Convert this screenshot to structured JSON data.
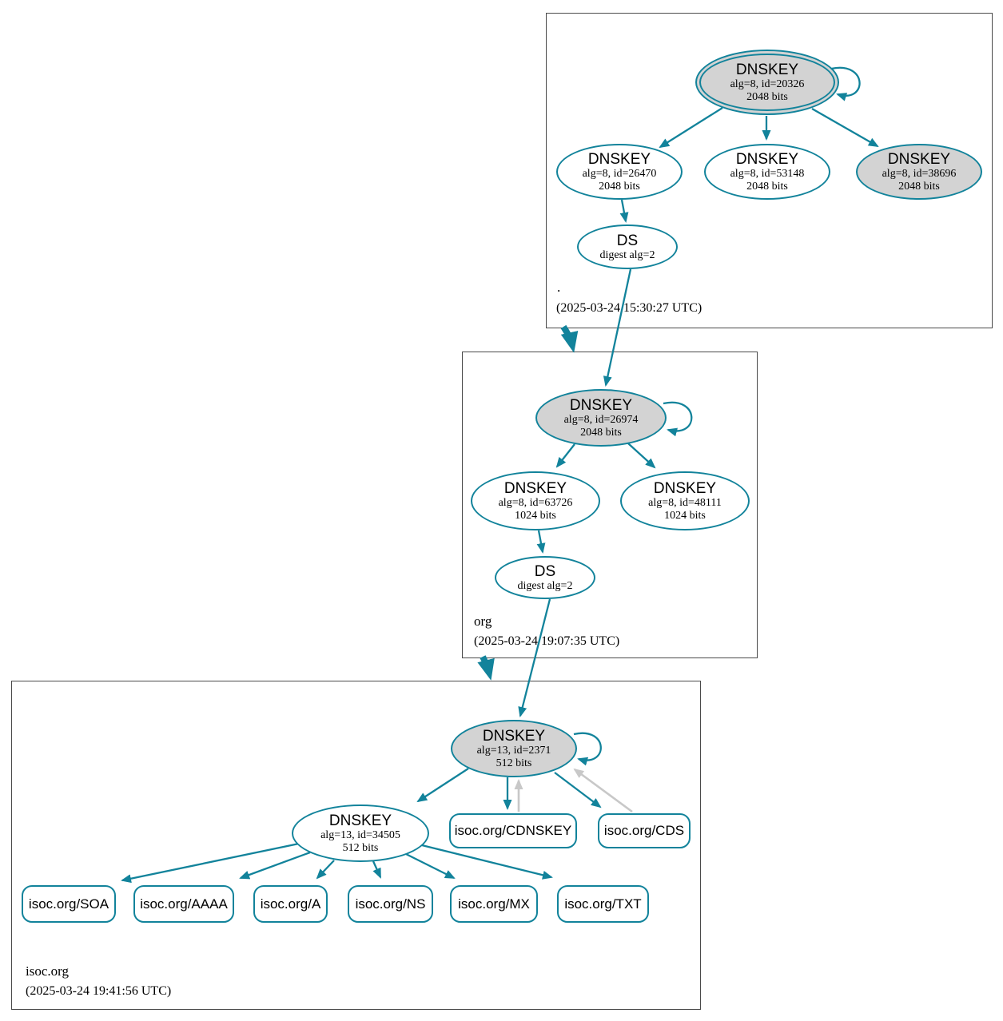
{
  "zones": {
    "root": {
      "label": ".",
      "timestamp": "(2025-03-24 15:30:27 UTC)"
    },
    "org": {
      "label": "org",
      "timestamp": "(2025-03-24 19:07:35 UTC)"
    },
    "isoc_org": {
      "label": "isoc.org",
      "timestamp": "(2025-03-24 19:41:56 UTC)"
    }
  },
  "nodes": {
    "dnskey_20326": {
      "title": "DNSKEY",
      "alg": "alg=8, id=20326",
      "bits": "2048 bits"
    },
    "dnskey_26470": {
      "title": "DNSKEY",
      "alg": "alg=8, id=26470",
      "bits": "2048 bits"
    },
    "dnskey_53148": {
      "title": "DNSKEY",
      "alg": "alg=8, id=53148",
      "bits": "2048 bits"
    },
    "dnskey_38696": {
      "title": "DNSKEY",
      "alg": "alg=8, id=38696",
      "bits": "2048 bits"
    },
    "ds_root": {
      "title": "DS",
      "digest": "digest alg=2"
    },
    "dnskey_26974": {
      "title": "DNSKEY",
      "alg": "alg=8, id=26974",
      "bits": "2048 bits"
    },
    "dnskey_63726": {
      "title": "DNSKEY",
      "alg": "alg=8, id=63726",
      "bits": "1024 bits"
    },
    "dnskey_48111": {
      "title": "DNSKEY",
      "alg": "alg=8, id=48111",
      "bits": "1024 bits"
    },
    "ds_org": {
      "title": "DS",
      "digest": "digest alg=2"
    },
    "dnskey_2371": {
      "title": "DNSKEY",
      "alg": "alg=13, id=2371",
      "bits": "512 bits"
    },
    "dnskey_34505": {
      "title": "DNSKEY",
      "alg": "alg=13, id=34505",
      "bits": "512 bits"
    },
    "rrset_cdnskey": {
      "label": "isoc.org/CDNSKEY"
    },
    "rrset_cds": {
      "label": "isoc.org/CDS"
    },
    "rrset_soa": {
      "label": "isoc.org/SOA"
    },
    "rrset_aaaa": {
      "label": "isoc.org/AAAA"
    },
    "rrset_a": {
      "label": "isoc.org/A"
    },
    "rrset_ns": {
      "label": "isoc.org/NS"
    },
    "rrset_mx": {
      "label": "isoc.org/MX"
    },
    "rrset_txt": {
      "label": "isoc.org/TXT"
    }
  },
  "edges": [
    {
      "from": "dnskey_20326",
      "to": "dnskey_20326",
      "style": "teal-selfloop"
    },
    {
      "from": "dnskey_20326",
      "to": "dnskey_26470",
      "style": "teal"
    },
    {
      "from": "dnskey_20326",
      "to": "dnskey_53148",
      "style": "teal"
    },
    {
      "from": "dnskey_20326",
      "to": "dnskey_38696",
      "style": "teal"
    },
    {
      "from": "dnskey_26470",
      "to": "ds_root",
      "style": "teal"
    },
    {
      "from": "ds_root",
      "to": "dnskey_26974",
      "style": "teal"
    },
    {
      "from": "zone_root",
      "to": "zone_org",
      "style": "teal-thick"
    },
    {
      "from": "dnskey_26974",
      "to": "dnskey_26974",
      "style": "teal-selfloop"
    },
    {
      "from": "dnskey_26974",
      "to": "dnskey_63726",
      "style": "teal"
    },
    {
      "from": "dnskey_26974",
      "to": "dnskey_48111",
      "style": "teal"
    },
    {
      "from": "dnskey_63726",
      "to": "ds_org",
      "style": "teal"
    },
    {
      "from": "ds_org",
      "to": "dnskey_2371",
      "style": "teal"
    },
    {
      "from": "zone_org",
      "to": "zone_isoc_org",
      "style": "teal-thick"
    },
    {
      "from": "dnskey_2371",
      "to": "dnskey_2371",
      "style": "teal-selfloop"
    },
    {
      "from": "dnskey_2371",
      "to": "dnskey_34505",
      "style": "teal"
    },
    {
      "from": "dnskey_2371",
      "to": "rrset_cdnskey",
      "style": "teal"
    },
    {
      "from": "rrset_cdnskey",
      "to": "dnskey_2371",
      "style": "gray"
    },
    {
      "from": "dnskey_2371",
      "to": "rrset_cds",
      "style": "teal"
    },
    {
      "from": "rrset_cds",
      "to": "dnskey_2371",
      "style": "gray"
    },
    {
      "from": "dnskey_34505",
      "to": "rrset_soa",
      "style": "teal"
    },
    {
      "from": "dnskey_34505",
      "to": "rrset_aaaa",
      "style": "teal"
    },
    {
      "from": "dnskey_34505",
      "to": "rrset_a",
      "style": "teal"
    },
    {
      "from": "dnskey_34505",
      "to": "rrset_ns",
      "style": "teal"
    },
    {
      "from": "dnskey_34505",
      "to": "rrset_mx",
      "style": "teal"
    },
    {
      "from": "dnskey_34505",
      "to": "rrset_txt",
      "style": "teal"
    }
  ],
  "colors": {
    "secure_teal": "#12839b",
    "node_fill_gray": "#d3d3d3",
    "gray_edge": "#c8c8c8",
    "box_border": "#4a4a4a"
  }
}
